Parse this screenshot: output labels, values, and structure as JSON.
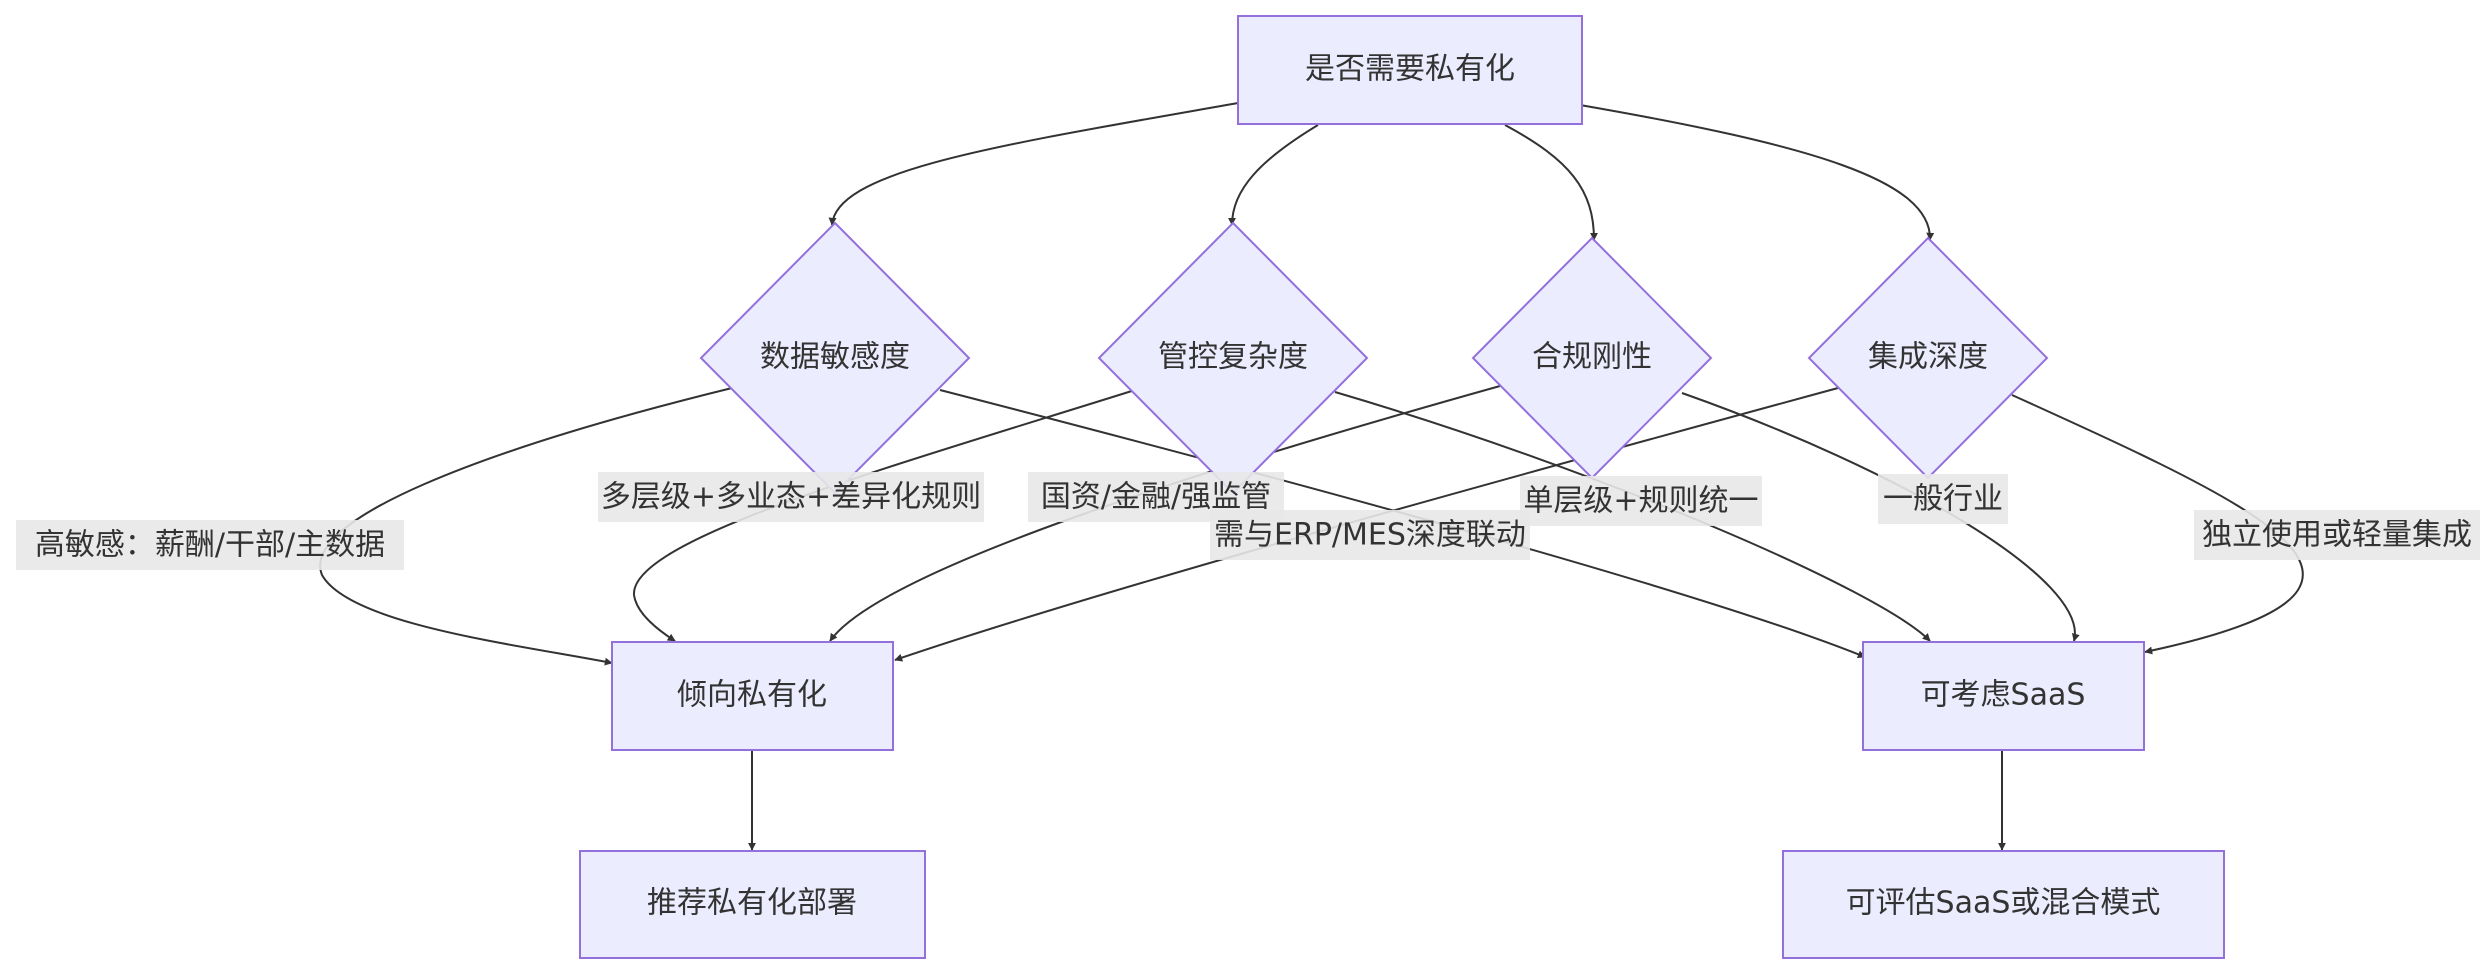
{
  "nodes": {
    "root": "是否需要私有化",
    "data_sensitivity": "数据敏感度",
    "control_complexity": "管控复杂度",
    "compliance_rigidity": "合规刚性",
    "integration_depth": "集成深度",
    "prefer_private": "倾向私有化",
    "consider_saas": "可考虑SaaS",
    "recommend_private": "推荐私有化部署",
    "evaluate_saas_hybrid": "可评估SaaS或混合模式"
  },
  "edge_labels": {
    "high_sensitivity": "高敏感：薪酬/干部/主数据",
    "multi_level": "多层级+多业态+差异化规则",
    "state_finance": "国资/金融/强监管",
    "erp_mes": "需与ERP/MES深度联动",
    "single_level": "单层级+规则统一",
    "general_industry": "一般行业",
    "standalone": "独立使用或轻量集成"
  },
  "colors": {
    "node_fill": "#ECECFF",
    "node_stroke": "#9370DB",
    "edge": "#333333",
    "label_bg": "#E8E8E8",
    "text": "#333333"
  }
}
